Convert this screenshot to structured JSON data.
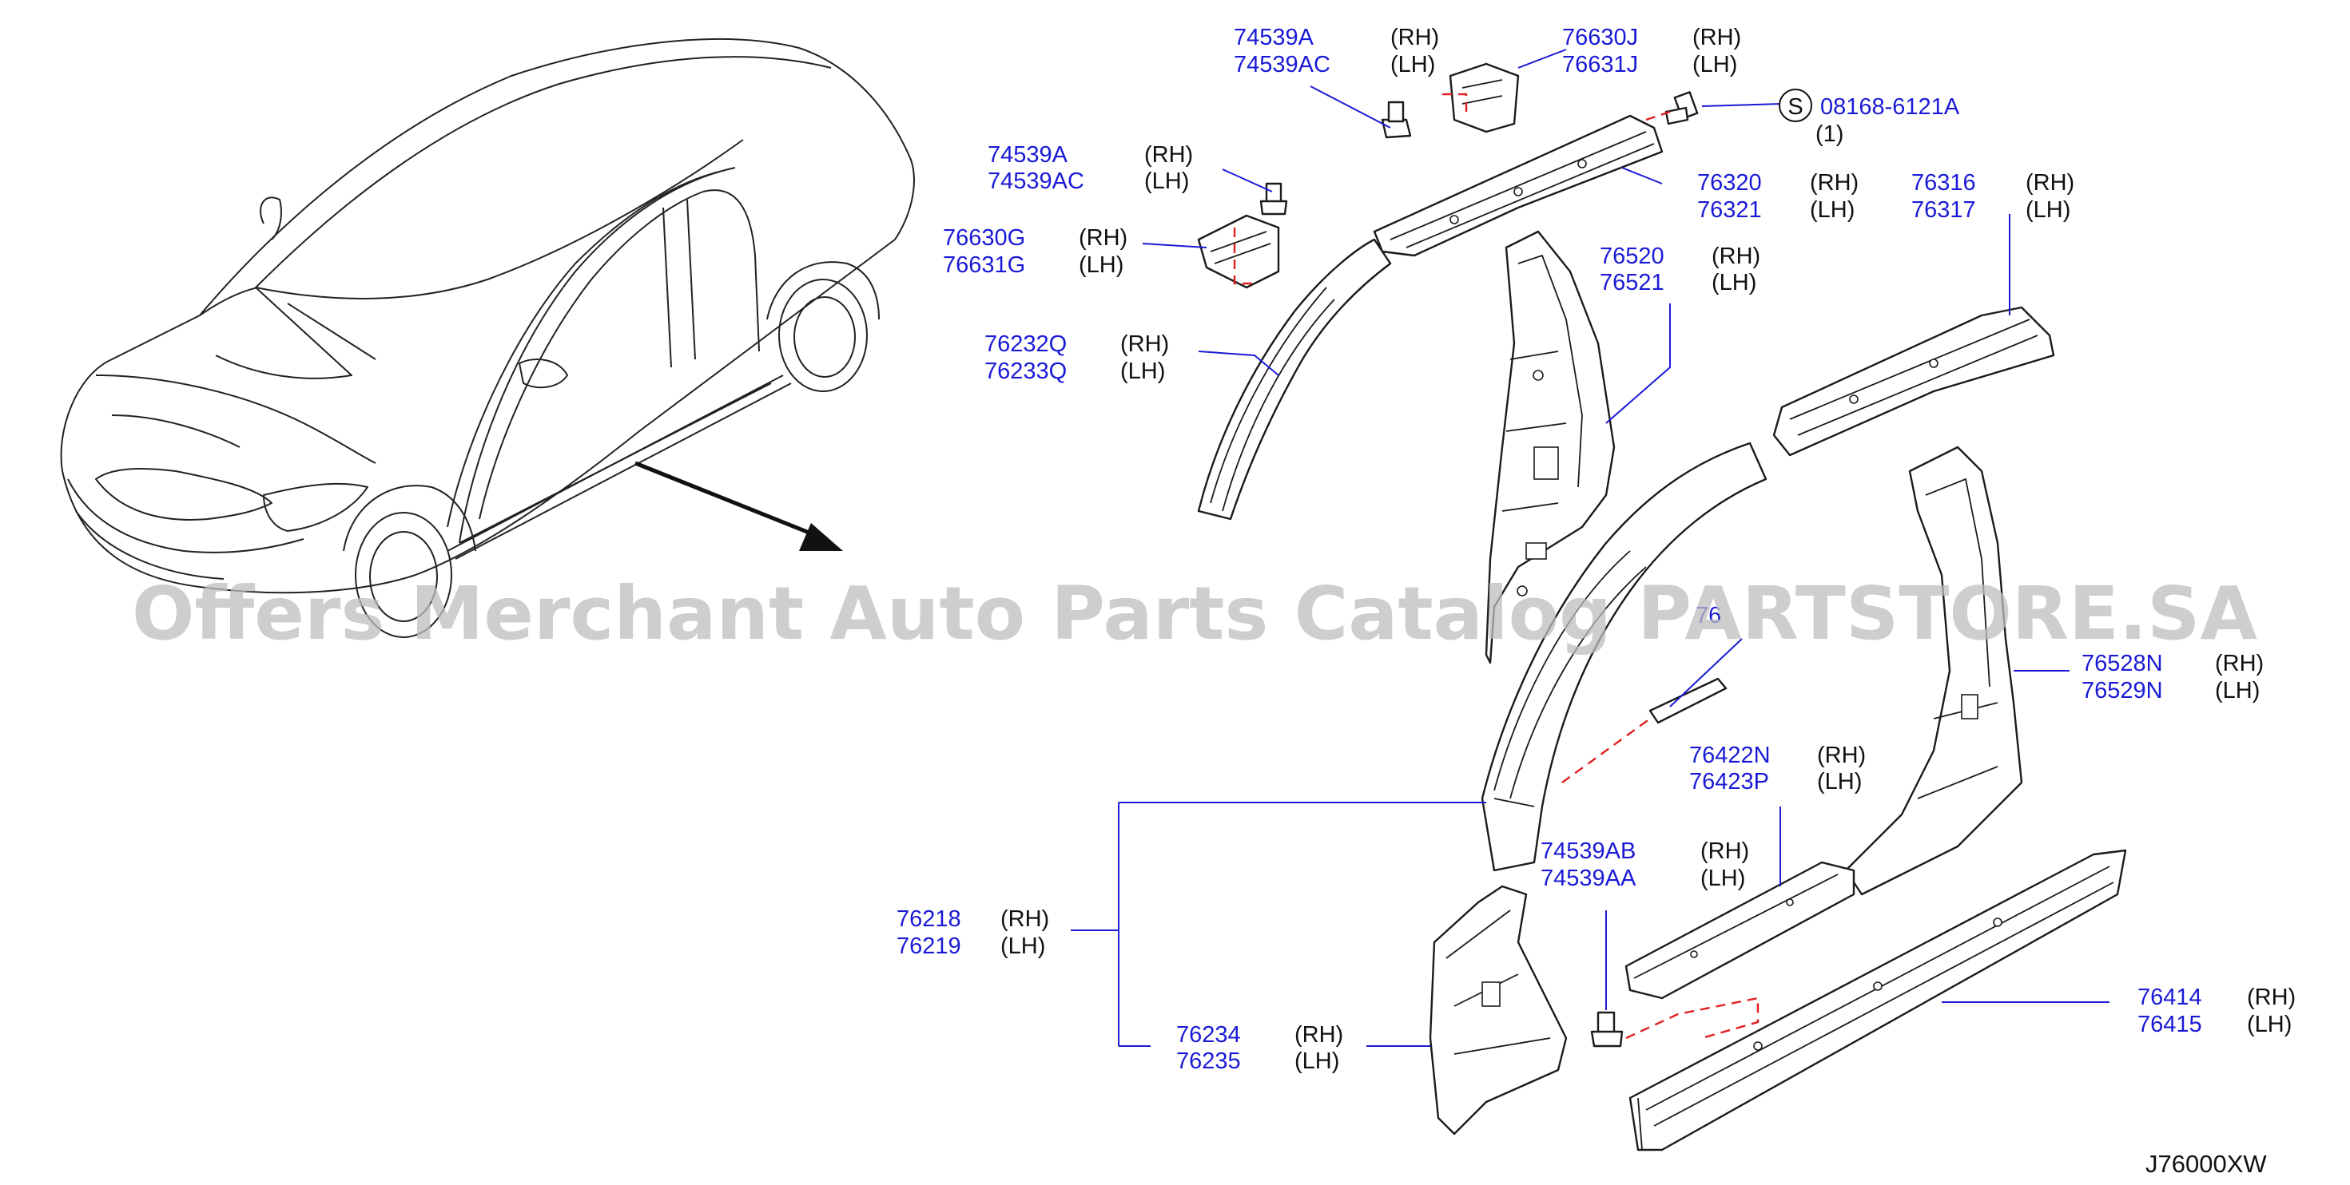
{
  "callouts": [
    {
      "id": "c1",
      "parts": [
        "74539A",
        "74539AC"
      ],
      "sides": [
        "(RH)",
        "(LH)"
      ]
    },
    {
      "id": "c2",
      "parts": [
        "76630J",
        "76631J"
      ],
      "sides": [
        "(RH)",
        "(LH)"
      ]
    },
    {
      "id": "c3",
      "parts": [
        "74539A",
        "74539AC"
      ],
      "sides": [
        "(RH)",
        "(LH)"
      ]
    },
    {
      "id": "c4",
      "parts": [
        "76630G",
        "76631G"
      ],
      "sides": [
        "(RH)",
        "(LH)"
      ]
    },
    {
      "id": "c5",
      "parts": [
        "76320",
        "76321"
      ],
      "sides": [
        "(RH)",
        "(LH)"
      ]
    },
    {
      "id": "c6",
      "parts": [
        "76316",
        "76317"
      ],
      "sides": [
        "(RH)",
        "(LH)"
      ]
    },
    {
      "id": "c7",
      "parts": [
        "76520",
        "76521"
      ],
      "sides": [
        "(RH)",
        "(LH)"
      ]
    },
    {
      "id": "c8",
      "parts": [
        "76232Q",
        "76233Q"
      ],
      "sides": [
        "(RH)",
        "(LH)"
      ]
    },
    {
      "id": "c9",
      "parts": [
        "76528N",
        "76529N"
      ],
      "sides": [
        "(RH)",
        "(LH)"
      ]
    },
    {
      "id": "c10",
      "parts": [
        "76422N",
        "76423P"
      ],
      "sides": [
        "(RH)",
        "(LH)"
      ]
    },
    {
      "id": "c11",
      "parts": [
        "74539AB",
        "74539AA"
      ],
      "sides": [
        "(RH)",
        "(LH)"
      ]
    },
    {
      "id": "c12",
      "parts": [
        "76218",
        "76219"
      ],
      "sides": [
        "(RH)",
        "(LH)"
      ]
    },
    {
      "id": "c13",
      "parts": [
        "76234",
        "76235"
      ],
      "sides": [
        "(RH)",
        "(LH)"
      ]
    },
    {
      "id": "c14",
      "parts": [
        "76414",
        "76415"
      ],
      "sides": [
        "(RH)",
        "(LH)"
      ]
    }
  ],
  "screw": {
    "symbol": "S",
    "part": "08168-6121A",
    "qty": "(1)"
  },
  "partial_label": "76",
  "watermark": "Offers Merchant Auto Parts Catalog PARTSTORE.SA",
  "diagram_code": "J76000XW"
}
